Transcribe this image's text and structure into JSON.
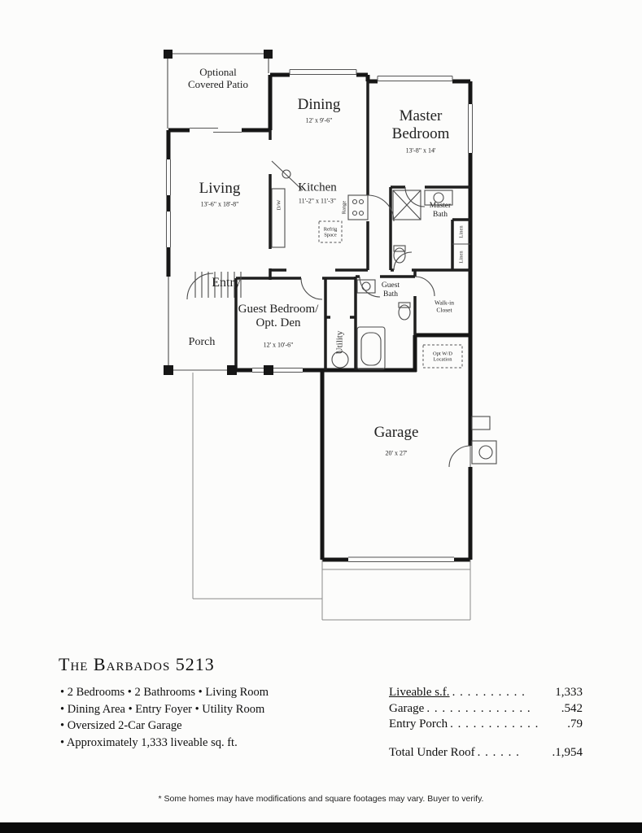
{
  "plan": {
    "rooms": {
      "patio": {
        "name": "Optional Covered Patio"
      },
      "dining": {
        "name": "Dining",
        "dims": "12' x 9'-6\""
      },
      "master_bedroom": {
        "name": "Master Bedroom",
        "dims": "13'-8\" x 14'"
      },
      "living": {
        "name": "Living",
        "dims": "13'-6\" x 18'-8\""
      },
      "kitchen": {
        "name": "Kitchen",
        "dims": "11'-2\" x 11'-3\""
      },
      "master_bath": {
        "name": "Master Bath"
      },
      "entry": {
        "name": "Entry"
      },
      "guest_bath": {
        "name": "Guest Bath"
      },
      "walk_in_closet": {
        "name": "Walk-in Closet"
      },
      "porch": {
        "name": "Porch"
      },
      "guest_bedroom": {
        "name": "Guest Bedroom/ Opt. Den",
        "dims": "12' x 10'-6\""
      },
      "utility": {
        "name": "Utility"
      },
      "opt_wd": {
        "name": "Opt W/D Location"
      },
      "garage": {
        "name": "Garage",
        "dims": "20' x 27'"
      },
      "dw": {
        "name": "D/W"
      },
      "range": {
        "name": "Range"
      },
      "refrig": {
        "name": "Refrig Space"
      },
      "linen_a": {
        "name": "Linen"
      },
      "linen_b": {
        "name": "Linen"
      }
    }
  },
  "info": {
    "title": "The Barbados 5213",
    "features": [
      "• 2 Bedrooms • 2 Bathrooms • Living Room",
      "• Dining Area • Entry Foyer • Utility Room",
      "• Oversized 2-Car Garage",
      "• Approximately 1,333 liveable sq. ft."
    ]
  },
  "stats": {
    "rows": [
      {
        "label": "Liveable s.f.",
        "dots": ". . . . . . . . . .",
        "value": "1,333"
      },
      {
        "label": "Garage",
        "dots": ". . . . . . . . . . . . . .",
        "value": ".542"
      },
      {
        "label": "Entry Porch",
        "dots": ". . . . . . . . . . . .",
        "value": ".79"
      },
      {
        "label": "Total Under Roof",
        "dots": ". . . . . .",
        "value": ".1,954"
      }
    ]
  },
  "footer": {
    "disclaimer": "* Some homes may have modifications and square footages may vary. Buyer to verify."
  }
}
